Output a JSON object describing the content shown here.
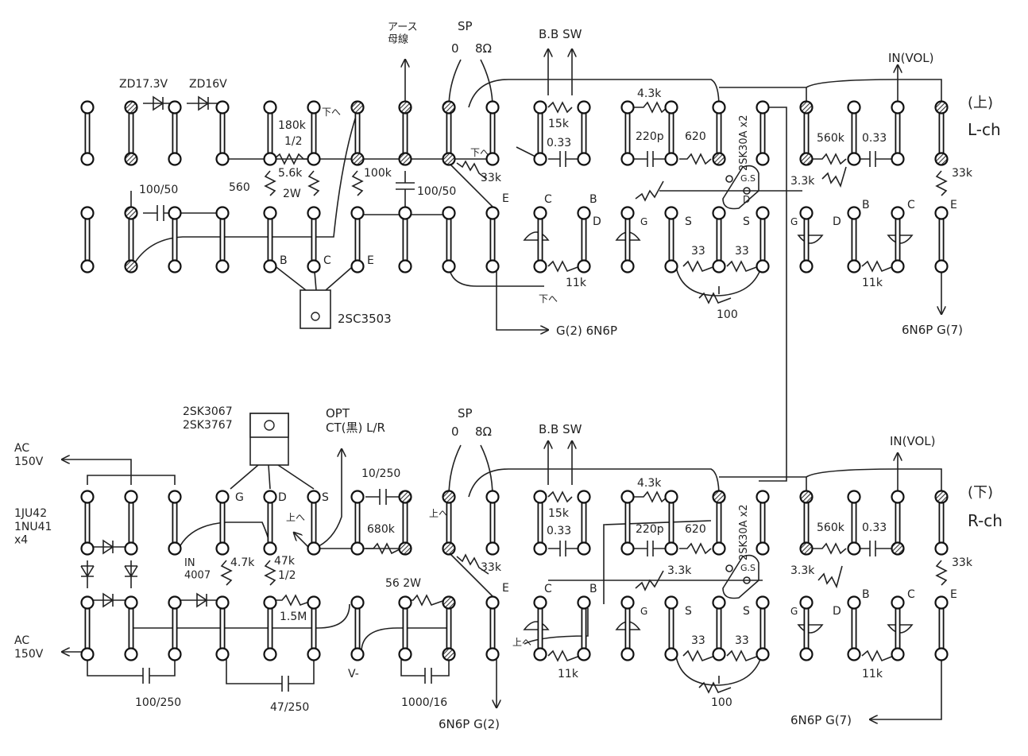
{
  "top": {
    "section_mark": "(上)",
    "channel": "L-ch",
    "labels": {
      "zd1": "ZD17.3V",
      "zd2": "ZD16V",
      "earth": "アース\n母線",
      "sp": "SP",
      "sp0": "0",
      "sp8": "8Ω",
      "bbsw": "B.B SW",
      "in_vol": "IN(VOL)",
      "r180k": "180k",
      "r180k_w": "1/2",
      "r56k": "5.6k",
      "r56k_w": "2W",
      "r560": "560",
      "c100_50a": "100/50",
      "down1": "下へ",
      "down2": "下へ",
      "down3": "下へ",
      "r100k": "100k",
      "c100_50b": "100/50",
      "r33k_a": "33k",
      "r15k": "15k",
      "r43k": "4.3k",
      "c033a": "0.33",
      "c220p": "220p",
      "r620": "620",
      "fet": "2SK30A x2",
      "gs": "G.S",
      "r560k": "560k",
      "c033b": "0.33",
      "r33k_b": "3.3k",
      "r33k_c": "33k",
      "pin_B1": "B",
      "pin_C1": "C",
      "pin_E1": "E",
      "pin_C2": "C",
      "pin_B2": "B",
      "pin_D2": "D",
      "pin_G2": "G",
      "pin_E2": "E",
      "pin_S1": "S",
      "pin_S2": "S",
      "pin_D3": "D",
      "pin_G3": "G",
      "pin_D4": "D",
      "pin_B3": "B",
      "pin_C3": "C",
      "pin_E3": "E",
      "r33a": "33",
      "r33b": "33",
      "r11k_a": "11k",
      "r11k_b": "11k",
      "pot100": "100",
      "tr": "2SC3503",
      "g2": "G(2) 6N6P",
      "g7": "6N6P G(7)"
    }
  },
  "bottom": {
    "section_mark": "(下)",
    "channel": "R-ch",
    "labels": {
      "ac_top": "AC\n150V",
      "ac_bot": "AC\n150V",
      "diodes": "1JU42\n1NU41\nx4",
      "in4007": "IN\n4007",
      "mosfet": "2SK3067\n2SK3767",
      "pin_G": "G",
      "pin_D": "D",
      "pin_S": "S",
      "opt": "OPT\nCT(黒) L/R",
      "up1": "上へ",
      "up2": "上へ",
      "up3": "上へ",
      "c10_250": "10/250",
      "sp": "SP",
      "sp0": "0",
      "sp8": "8Ω",
      "bbsw": "B.B SW",
      "in_vol": "IN(VOL)",
      "r680k": "680k",
      "r47k_a": "4.7k",
      "r47k_b": "47k",
      "r47k_w": "1/2",
      "r15m": "1.5M",
      "r56_2w": "56  2W",
      "r33k_a": "33k",
      "r15k": "15k",
      "r43k": "4.3k",
      "c033a": "0.33",
      "c220p": "220p",
      "r620": "620",
      "fet": "2SK30A x2",
      "gs": "G.S",
      "r33k_d": "3.3k",
      "r33k_e": "3.3k",
      "r560k": "560k",
      "c033b": "0.33",
      "r33k_f": "33k",
      "pin_E1": "E",
      "pin_C1": "C",
      "pin_B1": "B",
      "pin_G1": "G",
      "pin_S1": "S",
      "pin_S2": "S",
      "pin_G2": "G",
      "pin_D2": "D",
      "pin_B2": "B",
      "pin_C2": "C",
      "pin_E2": "E",
      "r33a": "33",
      "r33b": "33",
      "r11k_a": "11k",
      "r11k_b": "11k",
      "pot100": "100",
      "vminus": "V-",
      "c100_250": "100/250",
      "c47_250": "47/250",
      "c1000_16": "1000/16",
      "g2": "6N6P G(2)",
      "g7": "6N6P G(7)"
    }
  }
}
